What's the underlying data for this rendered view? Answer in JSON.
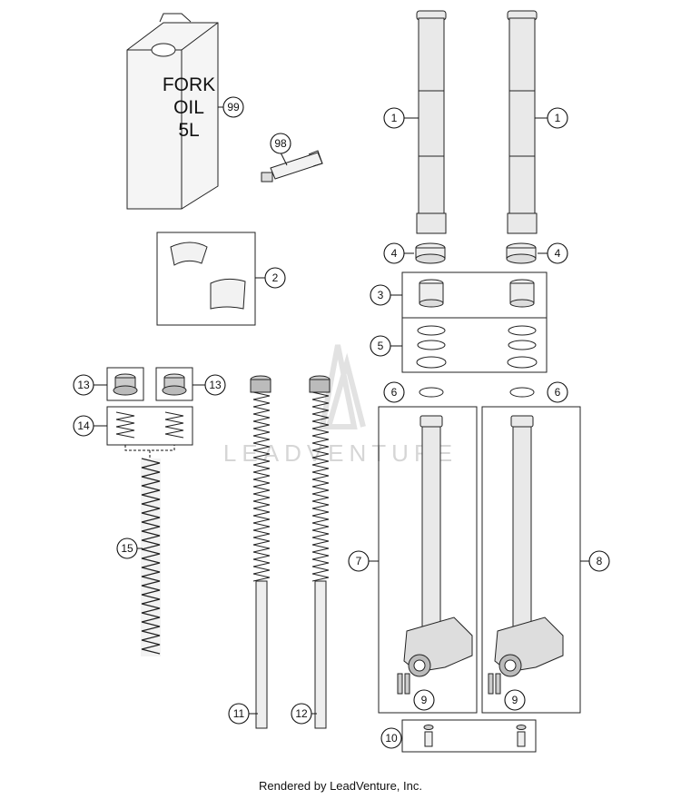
{
  "diagram": {
    "can_label_lines": [
      "FORK",
      "OIL",
      "5L"
    ],
    "watermark": "LEADVENTURE",
    "callouts": [
      "99",
      "98",
      "1",
      "1",
      "2",
      "4",
      "4",
      "3",
      "5",
      "6",
      "6",
      "13",
      "13",
      "14",
      "15",
      "7",
      "8",
      "9",
      "9",
      "11",
      "12",
      "10"
    ]
  },
  "footer": {
    "text": "Rendered by LeadVenture, Inc."
  },
  "colors": {
    "line": "#222222",
    "tube_fill": "#e9e9e9",
    "watermark": "#d6d6d6"
  }
}
